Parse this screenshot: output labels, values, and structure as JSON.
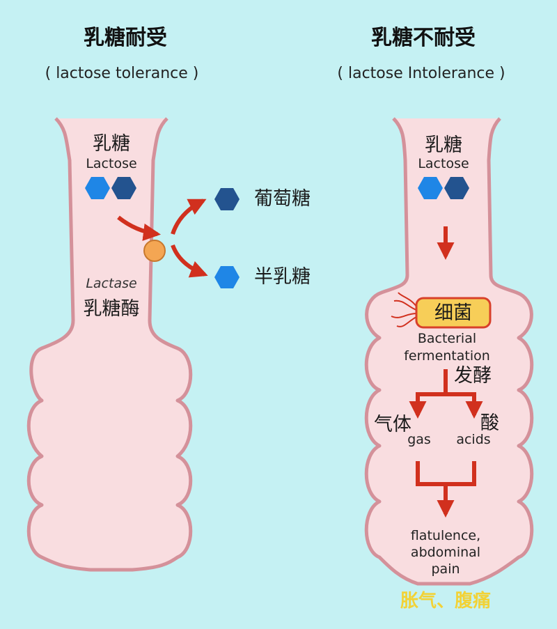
{
  "left": {
    "title": "乳糖耐受",
    "subtitle": "( lactose tolerance )",
    "lactose_cn": "乳糖",
    "lactose_en": "Lactose",
    "lactase_en": "Lactase",
    "lactase_cn": "乳糖酶",
    "product_glucose": "葡萄糖",
    "product_galactose": "半乳糖"
  },
  "right": {
    "title": "乳糖不耐受",
    "subtitle": "( lactose Intolerance )",
    "lactose_cn": "乳糖",
    "lactose_en": "Lactose",
    "bacteria_cn": "细菌",
    "bacterial_en": "Bacterial",
    "fermentation_en": "fermentation",
    "fermentation_cn": "发酵",
    "gas_cn": "气体",
    "gas_en": "gas",
    "acid_cn": "酸",
    "acid_en": "acids",
    "result_en": "flatulence, abdominal pain",
    "result_cn": "胀气、腹痛"
  },
  "colors": {
    "background": "#c5f1f3",
    "intestine_fill": "#f9dde0",
    "intestine_wall": "#d4919a",
    "arrow_red": "#d1301e",
    "hex_dark": "#23538f",
    "hex_light": "#1f86e6",
    "lactase_orange": "#f4a653",
    "bacteria_box": "#f7ce58",
    "bacteria_border": "#d8402a",
    "result_yellow": "#f2d236"
  }
}
